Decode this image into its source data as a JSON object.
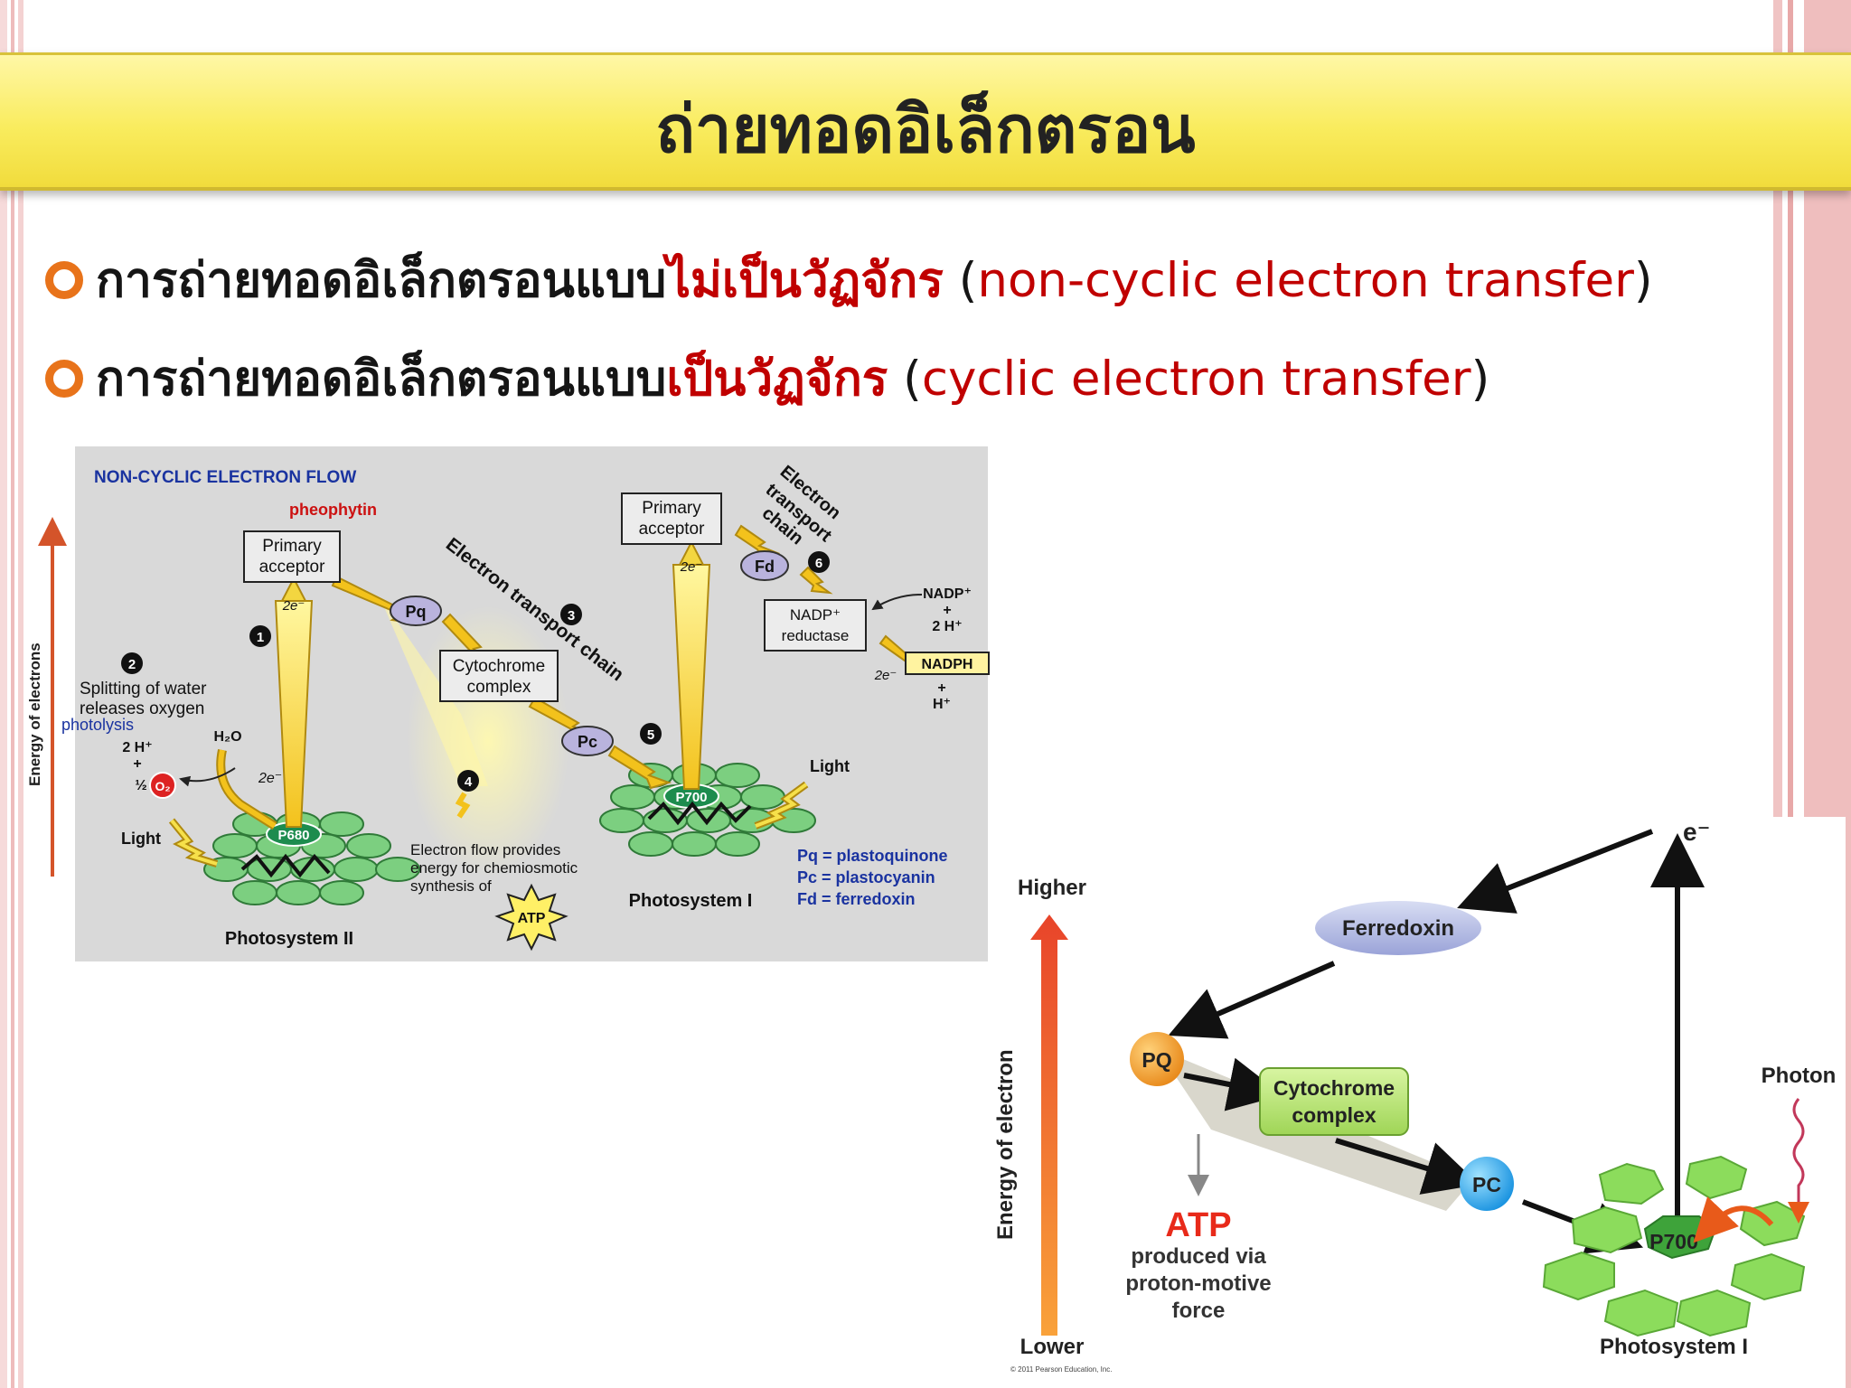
{
  "slide": {
    "title": "ถ่ายทอดอิเล็กตรอน",
    "bullets": [
      {
        "prefix": "การถ่ายทอดอิเล็กตรอนแบบ",
        "highlight": "ไม่เป็นวัฏจักร",
        "open": " (",
        "english": "non-cyclic electron transfer",
        "close": ")"
      },
      {
        "prefix": "การถ่ายทอดอิเล็กตรอนแบบ",
        "highlight": "เป็นวัฏจักร",
        "open": " (",
        "english": "cyclic electron transfer",
        "close": ")"
      }
    ]
  },
  "colors": {
    "accent": "#c00000",
    "bullet": "#e8731a",
    "title_band": "#f9ec5e"
  },
  "noncyclic": {
    "heading": "NON-CYCLIC ELECTRON FLOW",
    "axis_label": "Energy of electrons",
    "pheophytin": "pheophytin",
    "primary_acceptor_1": [
      "Primary",
      "acceptor"
    ],
    "primary_acceptor_2": [
      "Primary",
      "acceptor"
    ],
    "pq": "Pq",
    "cytochrome": [
      "Cytochrome",
      "complex"
    ],
    "pc": "Pc",
    "fd": "Fd",
    "nadp_reductase": [
      "NADP⁺",
      "reductase"
    ],
    "nadp_plus": "NADP⁺",
    "plus": "+",
    "two_h": "2 H⁺",
    "nadph": "NADPH",
    "h_plus": "H⁺",
    "etc_1": "Electron transport chain",
    "etc_2": [
      "Electron",
      "transport",
      "chain"
    ],
    "two_e": "2e⁻",
    "step_labels": [
      "1",
      "2",
      "3",
      "4",
      "5",
      "6"
    ],
    "splitting": [
      "Splitting of water",
      "releases oxygen"
    ],
    "photolysis": "photolysis",
    "two_h_left": "2 H⁺",
    "half_o2": "½",
    "o2": "O₂",
    "h2o": "H₂O",
    "light": "Light",
    "p680": "P680",
    "p700": "P700",
    "electron_flow": [
      "Electron flow provides",
      "energy for chemiosmotic",
      "synthesis of"
    ],
    "atp": "ATP",
    "ps2": "Photosystem II",
    "ps1": "Photosystem I",
    "legend": [
      "Pq = plastoquinone",
      "Pc = plastocyanin",
      "Fd = ferredoxin"
    ]
  },
  "cyclic": {
    "higher": "Higher",
    "lower": "Lower",
    "axis_label": "Energy of electron",
    "e_minus": "e⁻",
    "ferredoxin": "Ferredoxin",
    "pq": "PQ",
    "cytochrome": [
      "Cytochrome",
      "complex"
    ],
    "pc": "PC",
    "p700": "P700",
    "photon": "Photon",
    "atp": "ATP",
    "atp_caption": [
      "produced via",
      "proton-motive",
      "force"
    ],
    "photosystem": "Photosystem I",
    "copyright": "© 2011 Pearson Education, Inc."
  }
}
